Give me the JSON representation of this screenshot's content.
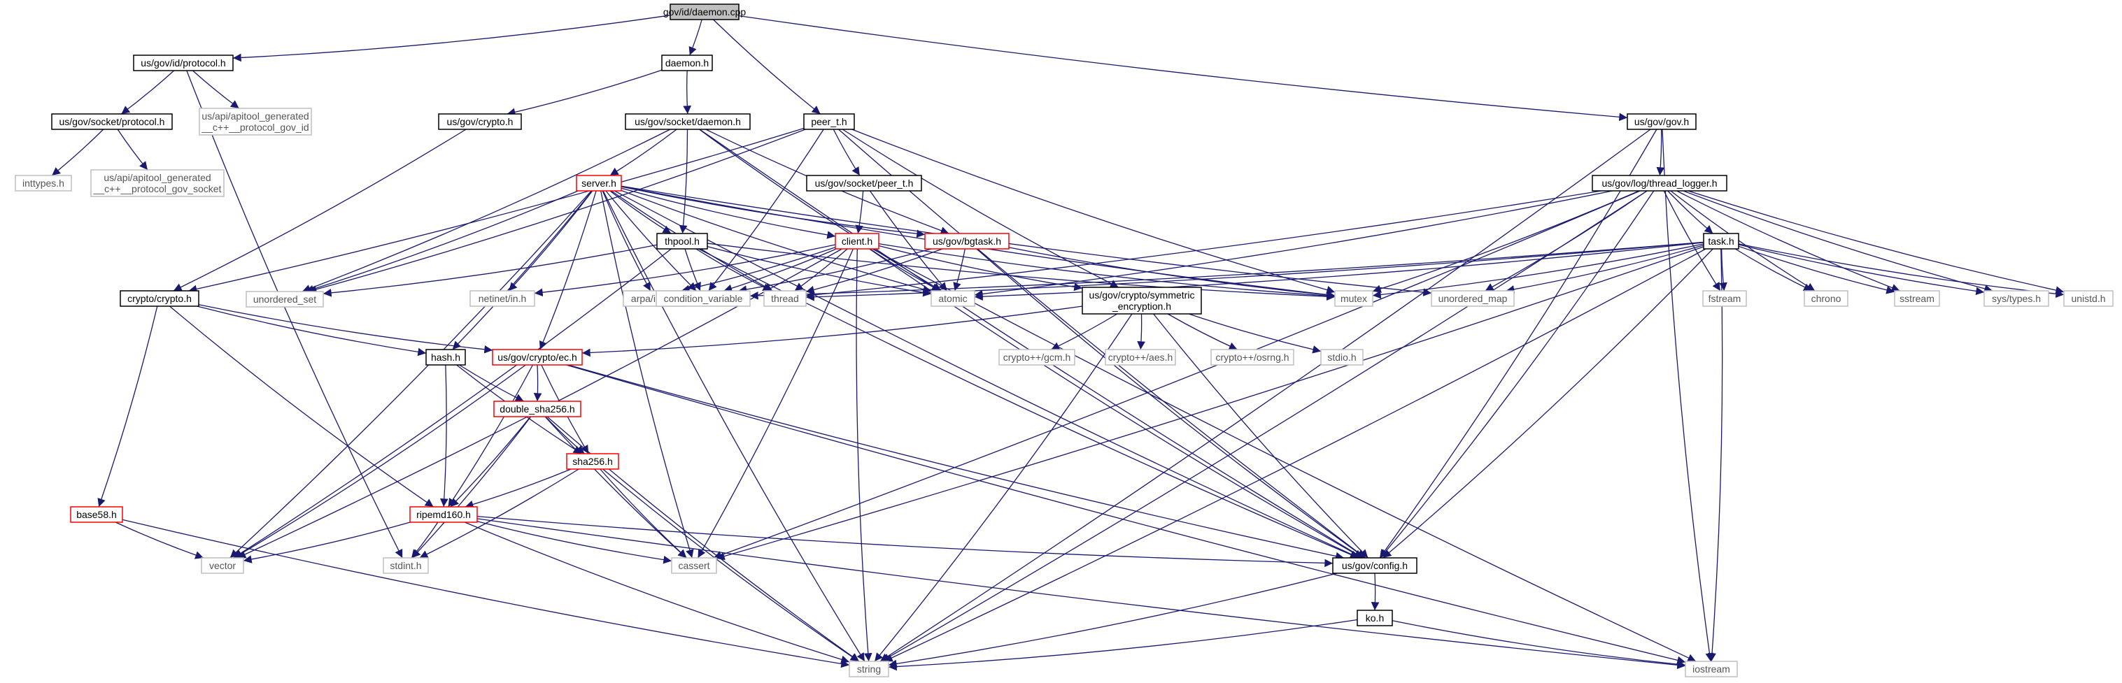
{
  "nodes": [
    {
      "id": "daemon_cpp",
      "label": [
        "gov/id/daemon.cpp"
      ],
      "style": "root"
    },
    {
      "id": "id_protocol",
      "label": [
        "us/gov/id/protocol.h"
      ],
      "style": "normal"
    },
    {
      "id": "daemon_h",
      "label": [
        "daemon.h"
      ],
      "style": "normal"
    },
    {
      "id": "peer_t",
      "label": [
        "peer_t.h"
      ],
      "style": "normal"
    },
    {
      "id": "gov_h",
      "label": [
        "us/gov/gov.h"
      ],
      "style": "normal"
    },
    {
      "id": "socket_protocol",
      "label": [
        "us/gov/socket/protocol.h"
      ],
      "style": "normal"
    },
    {
      "id": "apitool_id",
      "label": [
        "us/api/apitool_generated",
        "__c++__protocol_gov_id"
      ],
      "style": "external"
    },
    {
      "id": "gov_crypto",
      "label": [
        "us/gov/crypto.h"
      ],
      "style": "normal"
    },
    {
      "id": "socket_daemon",
      "label": [
        "us/gov/socket/daemon.h"
      ],
      "style": "normal"
    },
    {
      "id": "socket_peer",
      "label": [
        "us/gov/socket/peer_t.h"
      ],
      "style": "normal"
    },
    {
      "id": "thread_logger",
      "label": [
        "us/gov/log/thread_logger.h"
      ],
      "style": "normal"
    },
    {
      "id": "inttypes",
      "label": [
        "inttypes.h"
      ],
      "style": "external"
    },
    {
      "id": "apitool_socket",
      "label": [
        "us/api/apitool_generated",
        "__c++__protocol_gov_socket"
      ],
      "style": "external"
    },
    {
      "id": "server",
      "label": [
        "server.h"
      ],
      "style": "truncated"
    },
    {
      "id": "client",
      "label": [
        "client.h"
      ],
      "style": "truncated"
    },
    {
      "id": "bgtask",
      "label": [
        "us/gov/bgtask.h"
      ],
      "style": "truncated"
    },
    {
      "id": "thpool",
      "label": [
        "thpool.h"
      ],
      "style": "normal"
    },
    {
      "id": "task",
      "label": [
        "task.h"
      ],
      "style": "normal"
    },
    {
      "id": "crypto_crypto",
      "label": [
        "crypto/crypto.h"
      ],
      "style": "normal"
    },
    {
      "id": "unordered_set",
      "label": [
        "unordered_set"
      ],
      "style": "external"
    },
    {
      "id": "netinet",
      "label": [
        "netinet/in.h"
      ],
      "style": "external"
    },
    {
      "id": "arpa",
      "label": [
        "arpa/inet.h"
      ],
      "style": "external"
    },
    {
      "id": "condvar",
      "label": [
        "condition_variable"
      ],
      "style": "external"
    },
    {
      "id": "thread",
      "label": [
        "thread"
      ],
      "style": "external"
    },
    {
      "id": "atomic",
      "label": [
        "atomic"
      ],
      "style": "external"
    },
    {
      "id": "symenc",
      "label": [
        "us/gov/crypto/symmetric",
        "_encryption.h"
      ],
      "style": "normal"
    },
    {
      "id": "mutex",
      "label": [
        "mutex"
      ],
      "style": "external"
    },
    {
      "id": "unordered_map",
      "label": [
        "unordered_map"
      ],
      "style": "external"
    },
    {
      "id": "fstream",
      "label": [
        "fstream"
      ],
      "style": "external"
    },
    {
      "id": "chrono",
      "label": [
        "chrono"
      ],
      "style": "external"
    },
    {
      "id": "sstream",
      "label": [
        "sstream"
      ],
      "style": "external"
    },
    {
      "id": "systypes",
      "label": [
        "sys/types.h"
      ],
      "style": "external"
    },
    {
      "id": "unistd",
      "label": [
        "unistd.h"
      ],
      "style": "external"
    },
    {
      "id": "hash_h",
      "label": [
        "hash.h"
      ],
      "style": "normal"
    },
    {
      "id": "ec_h",
      "label": [
        "us/gov/crypto/ec.h"
      ],
      "style": "truncated"
    },
    {
      "id": "gcm",
      "label": [
        "crypto++/gcm.h"
      ],
      "style": "external"
    },
    {
      "id": "aes",
      "label": [
        "crypto++/aes.h"
      ],
      "style": "external"
    },
    {
      "id": "osrng",
      "label": [
        "crypto++/osrng.h"
      ],
      "style": "external"
    },
    {
      "id": "stdio",
      "label": [
        "stdio.h"
      ],
      "style": "external"
    },
    {
      "id": "double_sha",
      "label": [
        "double_sha256.h"
      ],
      "style": "truncated"
    },
    {
      "id": "sha256",
      "label": [
        "sha256.h"
      ],
      "style": "truncated"
    },
    {
      "id": "base58",
      "label": [
        "base58.h"
      ],
      "style": "truncated"
    },
    {
      "id": "ripemd",
      "label": [
        "ripemd160.h"
      ],
      "style": "truncated"
    },
    {
      "id": "vector",
      "label": [
        "vector"
      ],
      "style": "external"
    },
    {
      "id": "stdint",
      "label": [
        "stdint.h"
      ],
      "style": "external"
    },
    {
      "id": "cassert",
      "label": [
        "cassert"
      ],
      "style": "external"
    },
    {
      "id": "config",
      "label": [
        "us/gov/config.h"
      ],
      "style": "normal"
    },
    {
      "id": "ko",
      "label": [
        "ko.h"
      ],
      "style": "normal"
    },
    {
      "id": "string",
      "label": [
        "string"
      ],
      "style": "external"
    },
    {
      "id": "iostream",
      "label": [
        "iostream"
      ],
      "style": "external"
    }
  ],
  "edges": [
    [
      "daemon_cpp",
      "id_protocol"
    ],
    [
      "daemon_cpp",
      "daemon_h"
    ],
    [
      "daemon_cpp",
      "peer_t"
    ],
    [
      "daemon_cpp",
      "gov_h"
    ],
    [
      "id_protocol",
      "socket_protocol"
    ],
    [
      "id_protocol",
      "apitool_id"
    ],
    [
      "id_protocol",
      "stdint"
    ],
    [
      "socket_protocol",
      "inttypes"
    ],
    [
      "socket_protocol",
      "apitool_socket"
    ],
    [
      "daemon_h",
      "gov_crypto"
    ],
    [
      "daemon_h",
      "socket_daemon"
    ],
    [
      "gov_crypto",
      "crypto_crypto"
    ],
    [
      "socket_daemon",
      "server"
    ],
    [
      "socket_daemon",
      "thpool"
    ],
    [
      "socket_daemon",
      "bgtask"
    ],
    [
      "socket_daemon",
      "unordered_set"
    ],
    [
      "socket_daemon",
      "atomic"
    ],
    [
      "socket_daemon",
      "config"
    ],
    [
      "peer_t",
      "socket_peer"
    ],
    [
      "peer_t",
      "crypto_crypto"
    ],
    [
      "peer_t",
      "symenc"
    ],
    [
      "peer_t",
      "condvar"
    ],
    [
      "peer_t",
      "config"
    ],
    [
      "peer_t",
      "mutex"
    ],
    [
      "peer_t",
      "unordered_set"
    ],
    [
      "socket_peer",
      "client"
    ],
    [
      "socket_peer",
      "atomic"
    ],
    [
      "gov_h",
      "thread_logger"
    ],
    [
      "gov_h",
      "config"
    ],
    [
      "gov_h",
      "string"
    ],
    [
      "gov_h",
      "iostream"
    ],
    [
      "thread_logger",
      "task"
    ],
    [
      "thread_logger",
      "mutex"
    ],
    [
      "thread_logger",
      "unordered_map"
    ],
    [
      "thread_logger",
      "fstream"
    ],
    [
      "thread_logger",
      "chrono"
    ],
    [
      "thread_logger",
      "sstream"
    ],
    [
      "thread_logger",
      "systypes"
    ],
    [
      "thread_logger",
      "unistd"
    ],
    [
      "thread_logger",
      "thread"
    ],
    [
      "thread_logger",
      "atomic"
    ],
    [
      "thread_logger",
      "config"
    ],
    [
      "thread_logger",
      "string"
    ],
    [
      "thread_logger",
      "cassert"
    ],
    [
      "server",
      "client"
    ],
    [
      "server",
      "bgtask"
    ],
    [
      "server",
      "thpool"
    ],
    [
      "server",
      "unordered_set"
    ],
    [
      "server",
      "netinet"
    ],
    [
      "server",
      "arpa"
    ],
    [
      "server",
      "condvar"
    ],
    [
      "server",
      "thread"
    ],
    [
      "server",
      "atomic"
    ],
    [
      "server",
      "mutex"
    ],
    [
      "server",
      "unordered_map"
    ],
    [
      "server",
      "hash_h"
    ],
    [
      "server",
      "vector"
    ],
    [
      "server",
      "string"
    ],
    [
      "server",
      "cassert"
    ],
    [
      "server",
      "config"
    ],
    [
      "server",
      "ec_h"
    ],
    [
      "client",
      "netinet"
    ],
    [
      "client",
      "arpa"
    ],
    [
      "client",
      "condvar"
    ],
    [
      "client",
      "thread"
    ],
    [
      "client",
      "atomic"
    ],
    [
      "client",
      "mutex"
    ],
    [
      "client",
      "symenc"
    ],
    [
      "client",
      "vector"
    ],
    [
      "client",
      "string"
    ],
    [
      "client",
      "cassert"
    ],
    [
      "client",
      "config"
    ],
    [
      "client",
      "iostream"
    ],
    [
      "bgtask",
      "condvar"
    ],
    [
      "bgtask",
      "thread"
    ],
    [
      "bgtask",
      "atomic"
    ],
    [
      "bgtask",
      "mutex"
    ],
    [
      "bgtask",
      "config"
    ],
    [
      "thpool",
      "unordered_set"
    ],
    [
      "thpool",
      "condvar"
    ],
    [
      "thpool",
      "thread"
    ],
    [
      "thpool",
      "atomic"
    ],
    [
      "thpool",
      "vector"
    ],
    [
      "thpool",
      "mutex"
    ],
    [
      "thpool",
      "config"
    ],
    [
      "task",
      "mutex"
    ],
    [
      "task",
      "unordered_map"
    ],
    [
      "task",
      "fstream"
    ],
    [
      "task",
      "chrono"
    ],
    [
      "task",
      "sstream"
    ],
    [
      "task",
      "systypes"
    ],
    [
      "task",
      "unistd"
    ],
    [
      "task",
      "atomic"
    ],
    [
      "task",
      "thread"
    ],
    [
      "task",
      "condvar"
    ],
    [
      "task",
      "cassert"
    ],
    [
      "task",
      "string"
    ],
    [
      "task",
      "iostream"
    ],
    [
      "task",
      "config"
    ],
    [
      "crypto_crypto",
      "ec_h"
    ],
    [
      "crypto_crypto",
      "hash_h"
    ],
    [
      "crypto_crypto",
      "base58"
    ],
    [
      "crypto_crypto",
      "ripemd"
    ],
    [
      "symenc",
      "gcm"
    ],
    [
      "symenc",
      "aes"
    ],
    [
      "symenc",
      "osrng"
    ],
    [
      "symenc",
      "stdio"
    ],
    [
      "symenc",
      "ec_h"
    ],
    [
      "symenc",
      "string"
    ],
    [
      "symenc",
      "config"
    ],
    [
      "hash_h",
      "double_sha"
    ],
    [
      "hash_h",
      "sha256"
    ],
    [
      "hash_h",
      "ripemd"
    ],
    [
      "ec_h",
      "double_sha"
    ],
    [
      "ec_h",
      "sha256"
    ],
    [
      "ec_h",
      "ripemd"
    ],
    [
      "ec_h",
      "vector"
    ],
    [
      "ec_h",
      "config"
    ],
    [
      "ec_h",
      "iostream"
    ],
    [
      "double_sha",
      "sha256"
    ],
    [
      "double_sha",
      "ripemd"
    ],
    [
      "double_sha",
      "stdint"
    ],
    [
      "double_sha",
      "cassert"
    ],
    [
      "double_sha",
      "string"
    ],
    [
      "sha256",
      "ripemd"
    ],
    [
      "sha256",
      "stdint"
    ],
    [
      "sha256",
      "cassert"
    ],
    [
      "sha256",
      "string"
    ],
    [
      "base58",
      "vector"
    ],
    [
      "base58",
      "string"
    ],
    [
      "ripemd",
      "vector"
    ],
    [
      "ripemd",
      "stdint"
    ],
    [
      "ripemd",
      "cassert"
    ],
    [
      "ripemd",
      "config"
    ],
    [
      "ripemd",
      "string"
    ],
    [
      "ripemd",
      "iostream"
    ],
    [
      "config",
      "ko"
    ],
    [
      "config",
      "string"
    ],
    [
      "ko",
      "string"
    ],
    [
      "ko",
      "iostream"
    ]
  ],
  "colors": {
    "edge": "#191970",
    "node_border": "#000000",
    "external_border": "#bfbfbf",
    "truncated_border": "#ff0000",
    "root_fill": "#bfbfbf",
    "text": "#000000",
    "external_text": "#555555"
  }
}
